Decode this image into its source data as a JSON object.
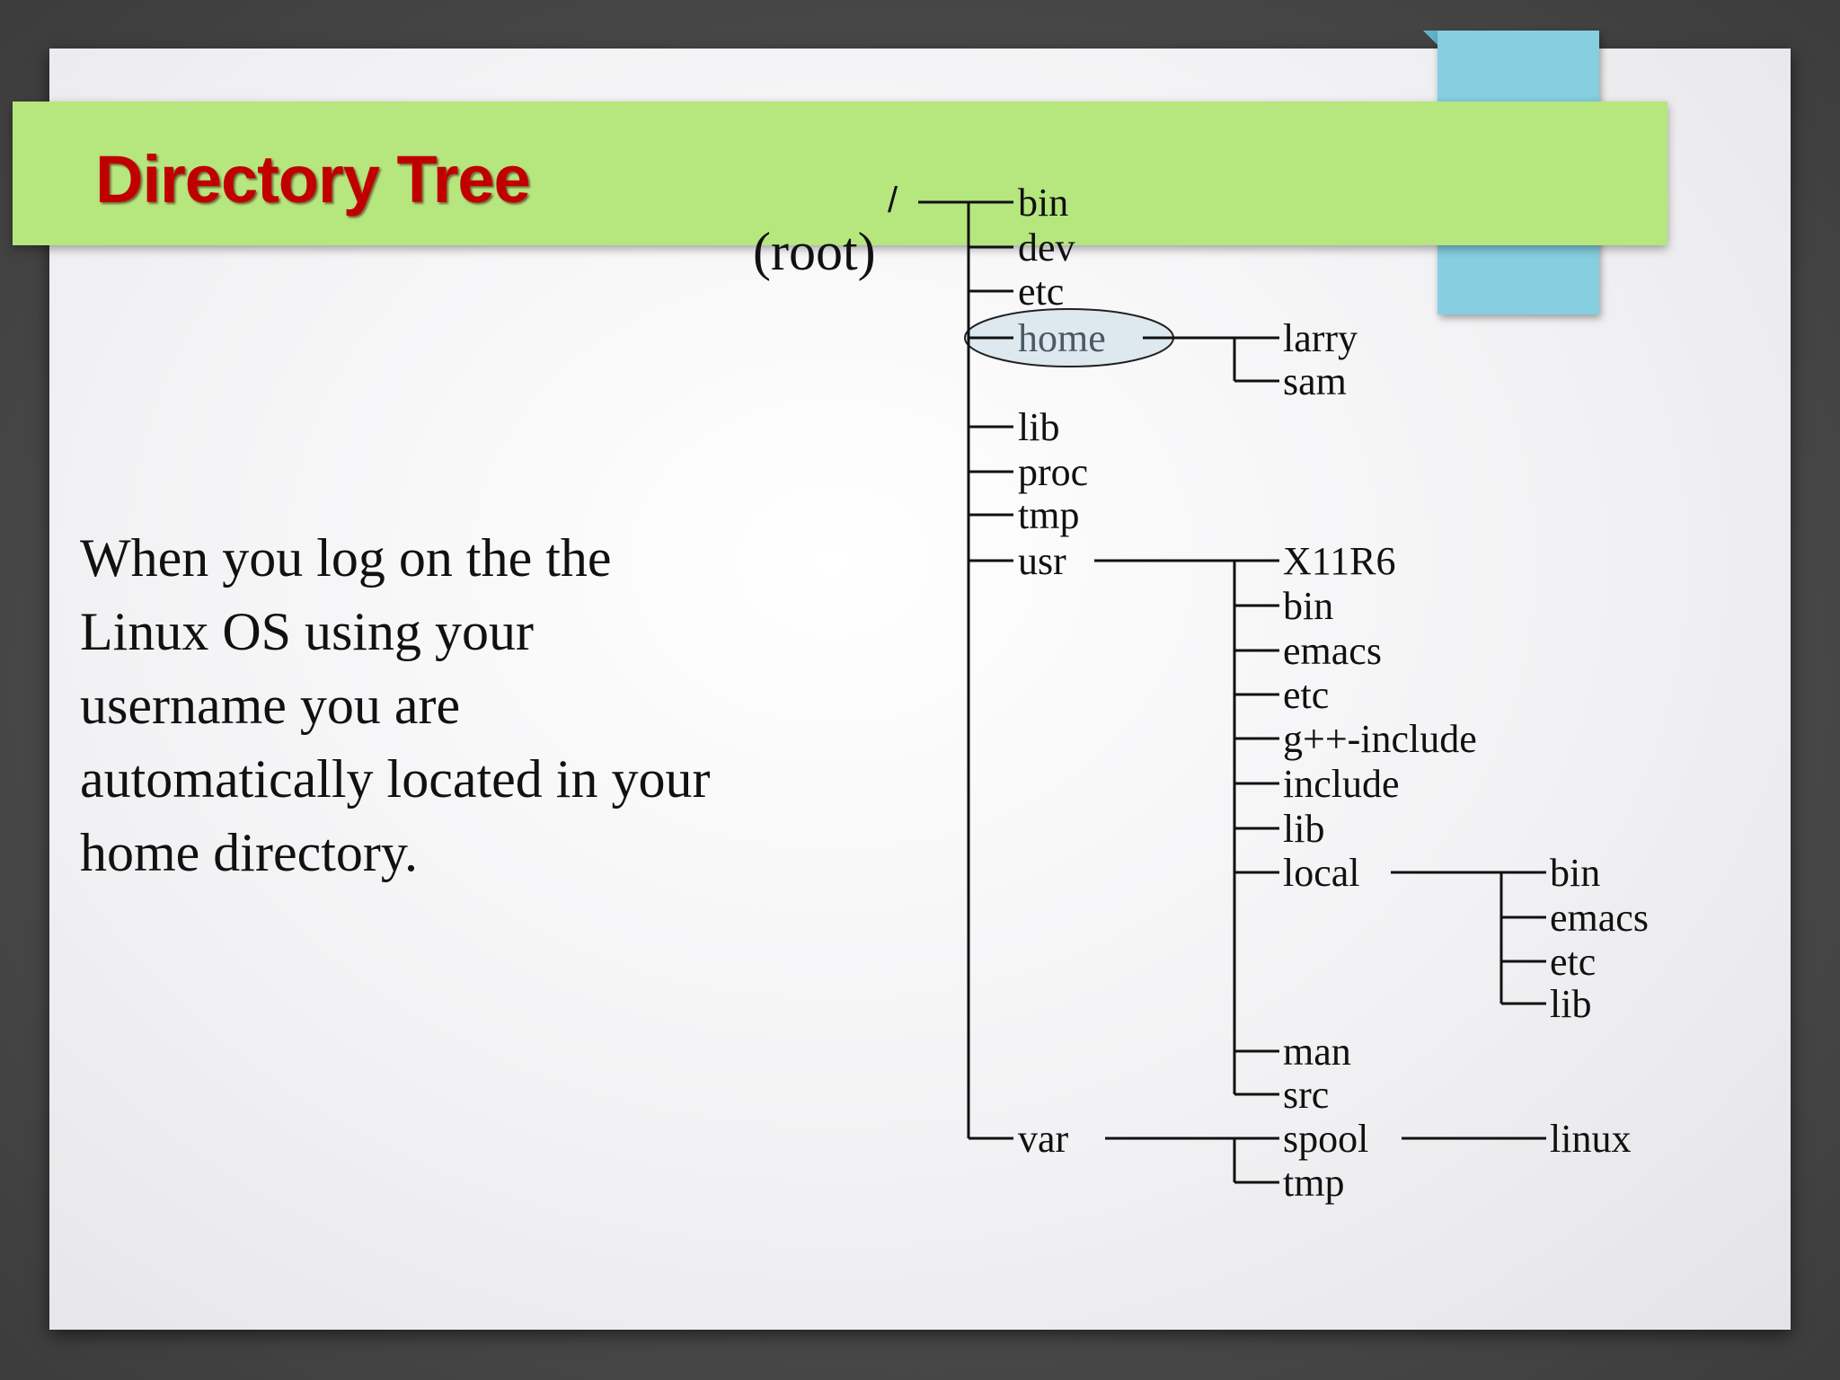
{
  "slide": {
    "title": "Directory Tree",
    "body_text": "When you log on the the Linux OS using your username you are automatically located in your home directory."
  },
  "tree": {
    "root": {
      "symbol": "/",
      "label": "(root)",
      "children": [
        "bin",
        "dev",
        "etc",
        "home",
        "lib",
        "proc",
        "tmp",
        "usr",
        "var"
      ]
    },
    "home": {
      "label": "home",
      "highlighted": true,
      "children": [
        "larry",
        "sam"
      ]
    },
    "usr": {
      "label": "usr",
      "children": [
        "X11R6",
        "bin",
        "emacs",
        "etc",
        "g++-include",
        "include",
        "lib",
        "local",
        "man",
        "src"
      ]
    },
    "local": {
      "label": "local",
      "children": [
        "bin",
        "emacs",
        "etc",
        "lib"
      ]
    },
    "var": {
      "label": "var",
      "children": [
        "spool",
        "tmp"
      ]
    },
    "spool": {
      "label": "spool",
      "children": [
        "linux"
      ]
    }
  },
  "colors": {
    "title_red": "#c00000",
    "banner_green": "#b6e67e",
    "accent_blue": "#85cfe0",
    "highlight_fill": "#dde9ee"
  }
}
